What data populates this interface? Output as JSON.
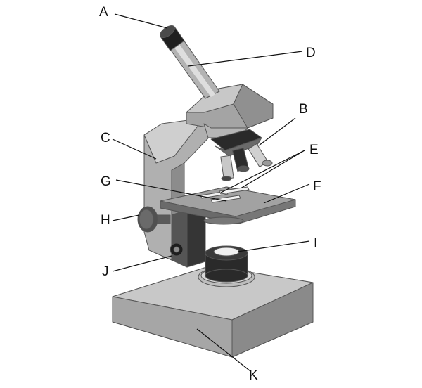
{
  "labels": {
    "a": "A",
    "b": "B",
    "c": "C",
    "d": "D",
    "e": "E",
    "f": "F",
    "g": "G",
    "h": "H",
    "i": "I",
    "j": "J",
    "k": "K"
  },
  "colors": {
    "light_gray": "#c4c4c4",
    "mid_gray": "#9c9c9c",
    "dark_gray": "#4a4a4a",
    "black": "#1e1e1e",
    "white": "#ffffff"
  }
}
